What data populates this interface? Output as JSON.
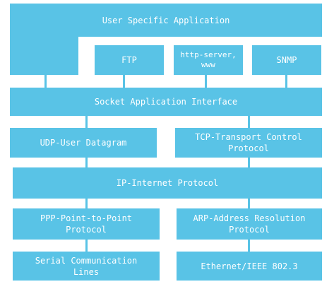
{
  "layers": {
    "user_app": "User Specific Application",
    "ftp": "FTP",
    "http": "http-server,\nwww",
    "snmp": "SNMP",
    "socket": "Socket Application Interface",
    "udp": "UDP-User Datagram",
    "tcp": "TCP-Transport Control\nProtocol",
    "ip": "IP-Internet Protocol",
    "ppp": "PPP-Point-to-Point\nProtocol",
    "arp": "ARP-Address Resolution\nProtocol",
    "serial": "Serial Communication\nLines",
    "ethernet": "Ethernet/IEEE 802.3"
  },
  "colors": {
    "box": "#59c3e6",
    "text": "#ffffff"
  }
}
